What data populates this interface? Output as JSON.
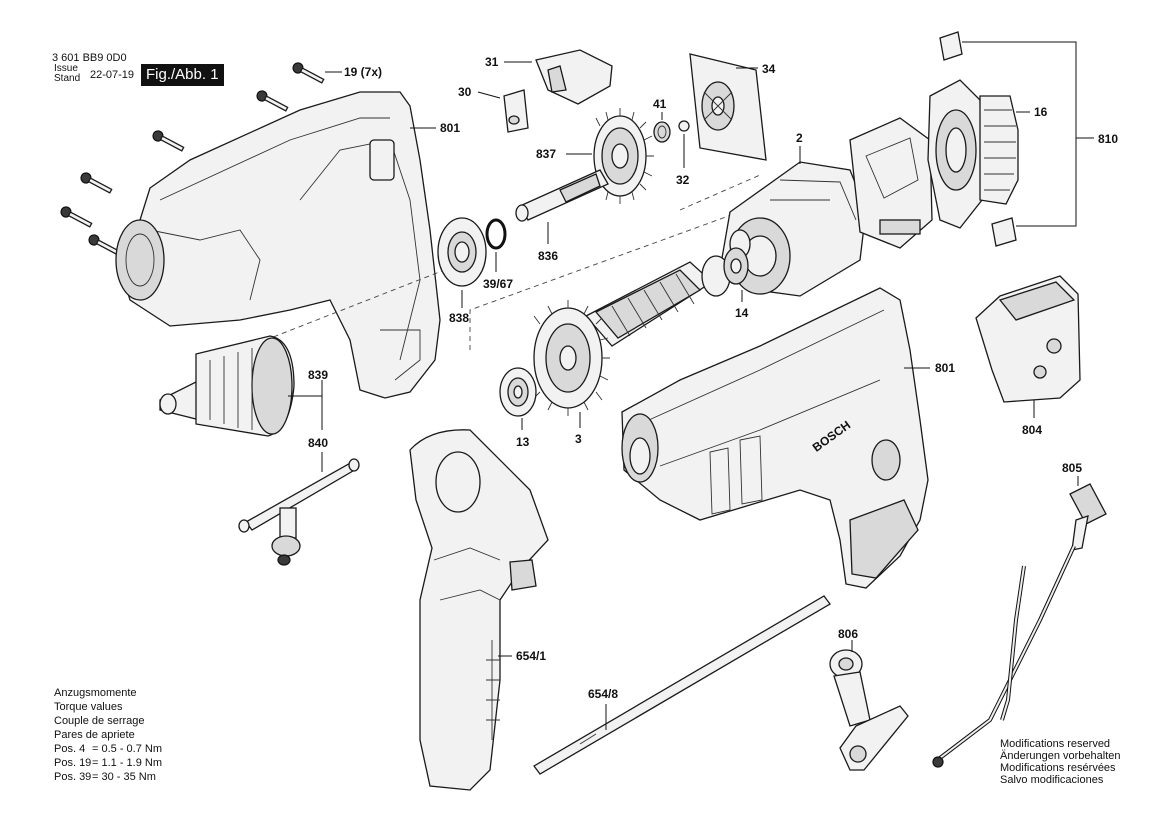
{
  "header": {
    "doc_number": "3 601 BB9 0D0",
    "issue_label_1": "Issue",
    "issue_label_2": "Stand",
    "issue_date": "22-07-19",
    "figure_label": "Fig./Abb. 1"
  },
  "parts": [
    {
      "id": "p19",
      "label": "19 (7x)"
    },
    {
      "id": "p801a",
      "label": "801"
    },
    {
      "id": "p838",
      "label": "838"
    },
    {
      "id": "p839",
      "label": "839"
    },
    {
      "id": "p840",
      "label": "840"
    },
    {
      "id": "p31",
      "label": "31"
    },
    {
      "id": "p30",
      "label": "30"
    },
    {
      "id": "p837",
      "label": "837"
    },
    {
      "id": "p836",
      "label": "836"
    },
    {
      "id": "p39",
      "label": "39/67"
    },
    {
      "id": "p41",
      "label": "41"
    },
    {
      "id": "p32",
      "label": "32"
    },
    {
      "id": "p34",
      "label": "34"
    },
    {
      "id": "p2",
      "label": "2"
    },
    {
      "id": "p16",
      "label": "16"
    },
    {
      "id": "p810",
      "label": "810"
    },
    {
      "id": "p14",
      "label": "14"
    },
    {
      "id": "p13",
      "label": "13"
    },
    {
      "id": "p3",
      "label": "3"
    },
    {
      "id": "p801b",
      "label": "801"
    },
    {
      "id": "p804",
      "label": "804"
    },
    {
      "id": "p805",
      "label": "805"
    },
    {
      "id": "p654_1",
      "label": "654/1"
    },
    {
      "id": "p654_8",
      "label": "654/8"
    },
    {
      "id": "p806",
      "label": "806"
    }
  ],
  "brand_mark": "BOSCH",
  "torque": {
    "lines": [
      "Anzugsmomente",
      "Torque values",
      "Couple de serrage",
      "Pares de apriete"
    ],
    "rows": [
      {
        "pos": "Pos. 4",
        "value": "= 0.5 - 0.7 Nm"
      },
      {
        "pos": "Pos. 19",
        "value": "= 1.1 - 1.9 Nm"
      },
      {
        "pos": "Pos. 39",
        "value": "= 30 - 35 Nm"
      }
    ]
  },
  "modifications": [
    "Modifications reserved",
    "Änderungen vorbehalten",
    "Modifications resérvées",
    "Salvo modificaciones"
  ]
}
